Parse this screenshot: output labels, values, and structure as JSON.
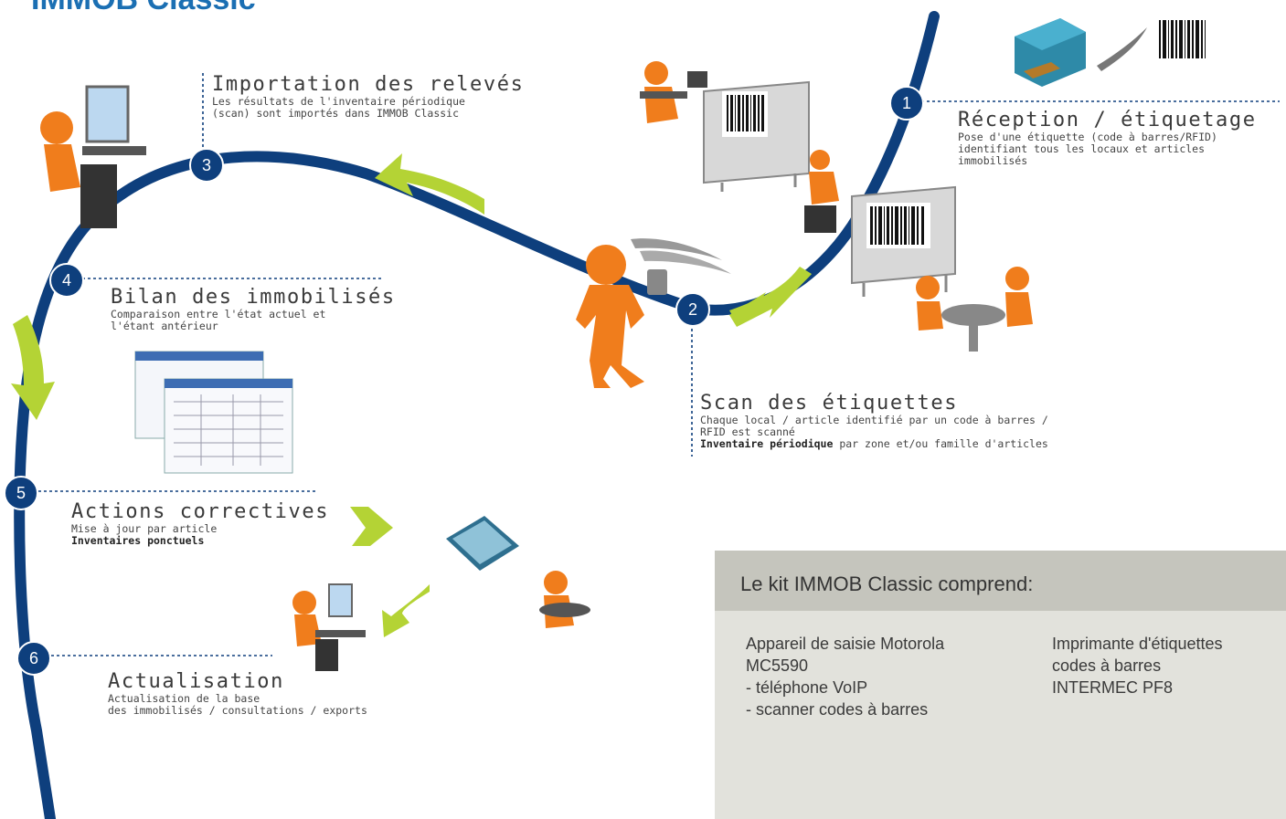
{
  "header": {
    "title": "IMMOB Classic"
  },
  "steps": [
    {
      "number": "1",
      "title": "Réception / étiquetage",
      "lines": [
        "Pose d'une étiquette (code à barres/RFID)",
        "identifiant tous les locaux et articles",
        "immobilisés"
      ]
    },
    {
      "number": "2",
      "title": "Scan des étiquettes",
      "lines": [
        "Chaque local / article identifié par un code à barres /",
        "RFID est scanné"
      ],
      "bold": "Inventaire périodique",
      "bold_rest": " par zone et/ou famille d'articles"
    },
    {
      "number": "3",
      "title": "Importation des relevés",
      "lines": [
        "Les résultats de l'inventaire périodique",
        "(scan) sont importés dans IMMOB Classic"
      ]
    },
    {
      "number": "4",
      "title": "Bilan des immobilisés",
      "lines": [
        "Comparaison entre l'état actuel et",
        "l'étant antérieur"
      ]
    },
    {
      "number": "5",
      "title": "Actions correctives",
      "lines": [
        "Mise à jour par article"
      ],
      "bold": "Inventaires ponctuels"
    },
    {
      "number": "6",
      "title": "Actualisation",
      "lines": [
        "Actualisation de la base",
        "des immobilisés / consultations / exports"
      ]
    }
  ],
  "kit": {
    "title": "Le kit IMMOB Classic comprend:",
    "col1": [
      "Appareil de saisie Motorola",
      "MC5590",
      "- téléphone VoIP",
      "- scanner codes à barres"
    ],
    "col2": [
      "Imprimante d'étiquettes",
      "codes à barres",
      "INTERMEC PF8"
    ]
  },
  "colors": {
    "path": "#0e3f7d",
    "arrow": "#b4d335",
    "figure": "#f07d1c",
    "header": "#1b6fb3"
  }
}
